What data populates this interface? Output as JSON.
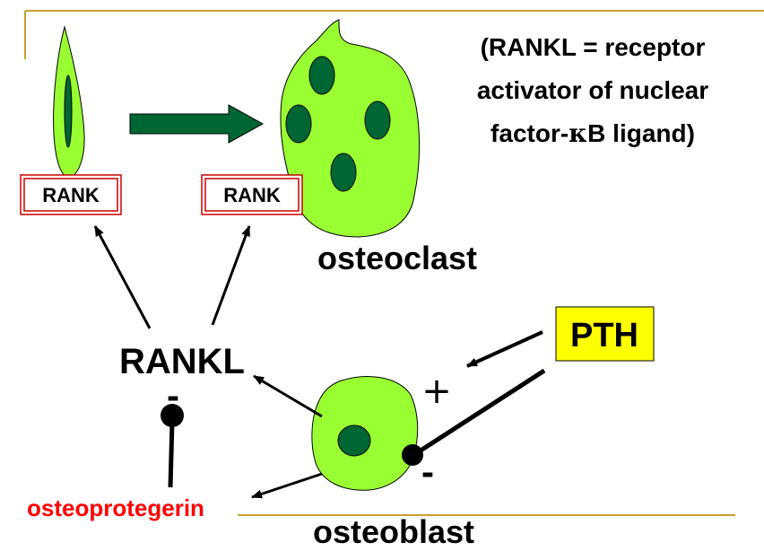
{
  "definition": {
    "line1": "(RANKL = receptor",
    "line2": "activator of nuclear",
    "line3_prefix": "factor-",
    "line3_kappa": "κ",
    "line3_suffix": "B ligand)"
  },
  "labels": {
    "rank_left": "RANK",
    "rank_right": "RANK",
    "osteoclast": "osteoclast",
    "rankl": "RANKL",
    "pth": "PTH",
    "osteoprotegerin": "osteoprotegerin",
    "osteoblast": "osteoblast",
    "plus_sign": "+",
    "minus_pth": "-",
    "minus_rankl": "-"
  },
  "colors": {
    "cell_fill": "#99ff33",
    "nucleus_fill": "#006633",
    "arrow_fill": "#006633",
    "rank_border": "#cc0000",
    "pth_fill": "#ffff00",
    "osteoprotegerin_text": "#ff0000",
    "rule_line": "#c8a030"
  }
}
